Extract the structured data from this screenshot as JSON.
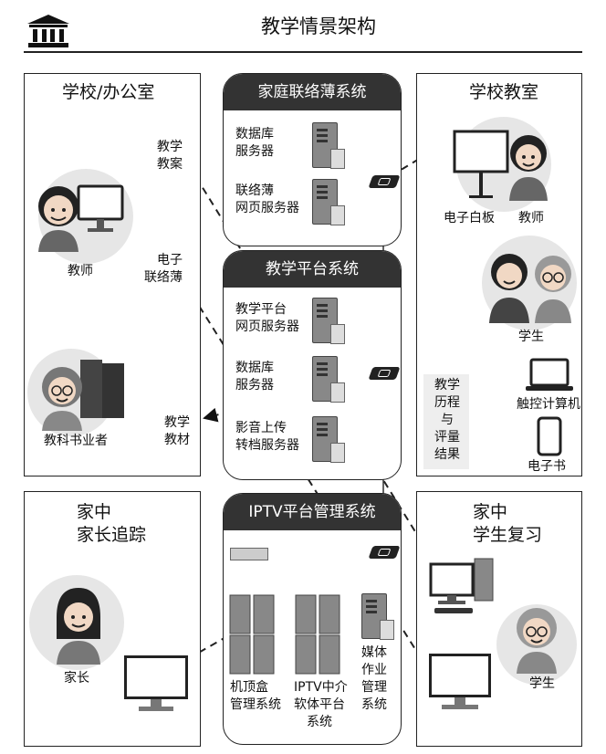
{
  "page_title": "教学情景架构",
  "panels": {
    "office": {
      "title": "学校/办公室",
      "teacher": "教师",
      "publisher": "教科书业者",
      "lesson_plan": [
        "教学",
        "教案"
      ],
      "contact_book": [
        "电子",
        "联络薄"
      ],
      "materials": [
        "教学",
        "教材"
      ]
    },
    "classroom": {
      "title": "学校教室",
      "whiteboard": "电子白板",
      "teacher": "教师",
      "student": "学生",
      "process": [
        "教学",
        "历程",
        "与",
        "评量",
        "结果"
      ],
      "touch_pc": "触控计算机",
      "ebook": "电子书"
    },
    "home_parent": {
      "title": [
        "家中",
        "家长追踪"
      ],
      "parent": "家长"
    },
    "home_student": {
      "title": [
        "家中",
        "学生复习"
      ],
      "student": "学生"
    }
  },
  "systems": {
    "contact": {
      "title": "家庭联络薄系统",
      "servers": [
        [
          "数据库",
          "服务器"
        ],
        [
          "联络薄",
          "网页服务器"
        ]
      ]
    },
    "platform": {
      "title": "教学平台系统",
      "servers": [
        [
          "教学平台",
          "网页服务器"
        ],
        [
          "数据库",
          "服务器"
        ],
        [
          "影音上传",
          "转档服务器"
        ]
      ]
    },
    "iptv": {
      "title": "IPTV平台管理系统",
      "servers": [
        [
          "机顶盒",
          "管理系统"
        ],
        [
          "IPTV中介",
          "软体平台",
          "系统"
        ],
        [
          "媒体",
          "作业",
          "管理",
          "系统"
        ]
      ]
    }
  },
  "colors": {
    "header": "#333333",
    "circle": "#e6e6e6",
    "line": "#222222"
  }
}
